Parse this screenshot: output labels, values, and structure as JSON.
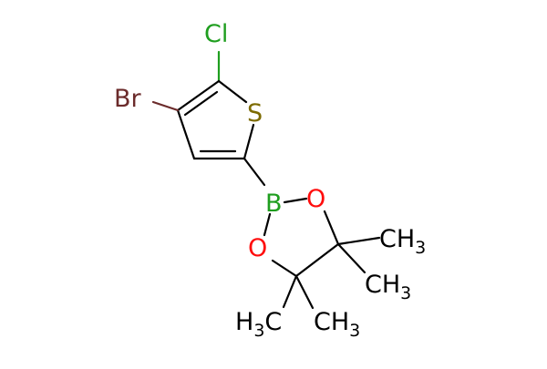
{
  "molecule": {
    "atoms": {
      "cl": {
        "symbol": "Cl",
        "color": "#1f9e1f"
      },
      "br": {
        "symbol": "Br",
        "color": "#6b2b2b"
      },
      "s": {
        "symbol": "S",
        "color": "#7d6b00"
      },
      "b": {
        "symbol": "B",
        "color": "#1f9e1f"
      },
      "o1": {
        "symbol": "O",
        "color": "#ff0d0d"
      },
      "o2": {
        "symbol": "O",
        "color": "#ff0d0d"
      }
    },
    "methyls": {
      "me1": {
        "main": "CH",
        "sub": "3"
      },
      "me2": {
        "main": "CH",
        "sub": "3"
      },
      "me3": {
        "main": "H",
        "sub": "3",
        "tail": "C"
      },
      "me4": {
        "main": "CH",
        "sub": "3"
      }
    },
    "bond_color": "#000000"
  }
}
